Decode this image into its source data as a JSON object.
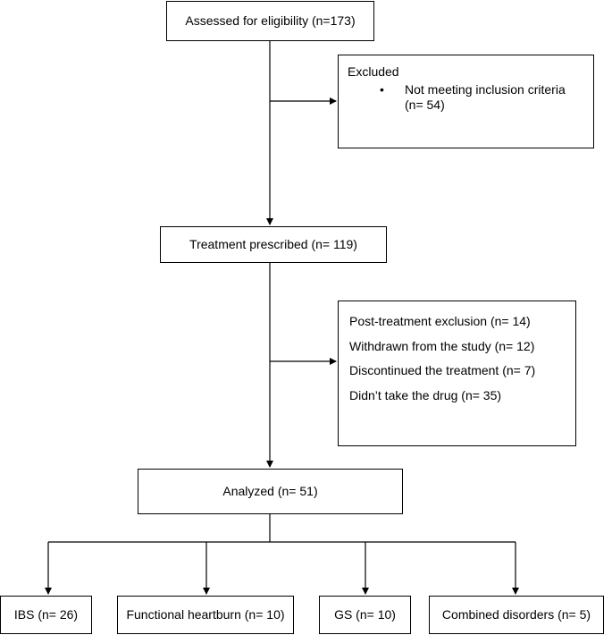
{
  "assessed": {
    "label": "Assessed for eligibility (n=173)"
  },
  "excluded": {
    "title": "Excluded",
    "bullet": "•",
    "items": [
      {
        "line1": "Not meeting inclusion criteria",
        "line2": "(n= 54)"
      }
    ]
  },
  "treatment": {
    "label": "Treatment prescribed (n= 119)"
  },
  "post_treatment": {
    "lines": [
      "Post-treatment exclusion (n= 14)",
      "Withdrawn from the study (n= 12)",
      "Discontinued the treatment (n= 7)",
      "Didn’t take the drug (n= 35)"
    ]
  },
  "analyzed": {
    "label": "Analyzed (n= 51)"
  },
  "groups": [
    {
      "label": "IBS (n= 26)"
    },
    {
      "label": "Functional heartburn (n= 10)"
    },
    {
      "label": "GS (n= 10)"
    },
    {
      "label": "Combined disorders (n= 5)"
    }
  ]
}
